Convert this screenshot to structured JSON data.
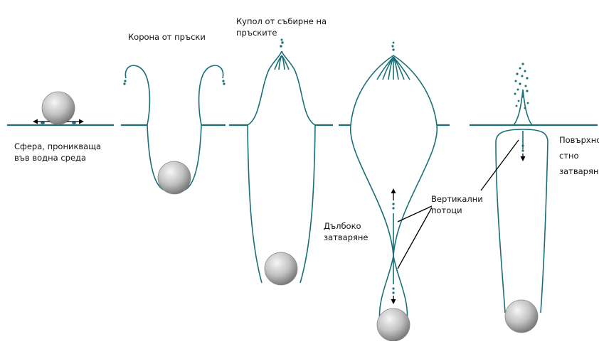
{
  "labels": {
    "sphere_entering": [
      "Сфера, проникваща",
      "във водна среда"
    ],
    "splash_corona": "Корона от пръски",
    "splash_dome": [
      "Купол от събирне на",
      "пръските"
    ],
    "deep_closure": [
      "Дълбоко",
      "затваряне"
    ],
    "vertical_jets": [
      "Вертикални",
      "потоци"
    ],
    "surface_closure": [
      "Повърхно",
      "стно",
      "затваряне"
    ]
  },
  "colors": {
    "water": "#1a6f78",
    "sphere_light": "#f4f4f4",
    "sphere_dark": "#7d7d7d",
    "arrow": "#000000"
  }
}
